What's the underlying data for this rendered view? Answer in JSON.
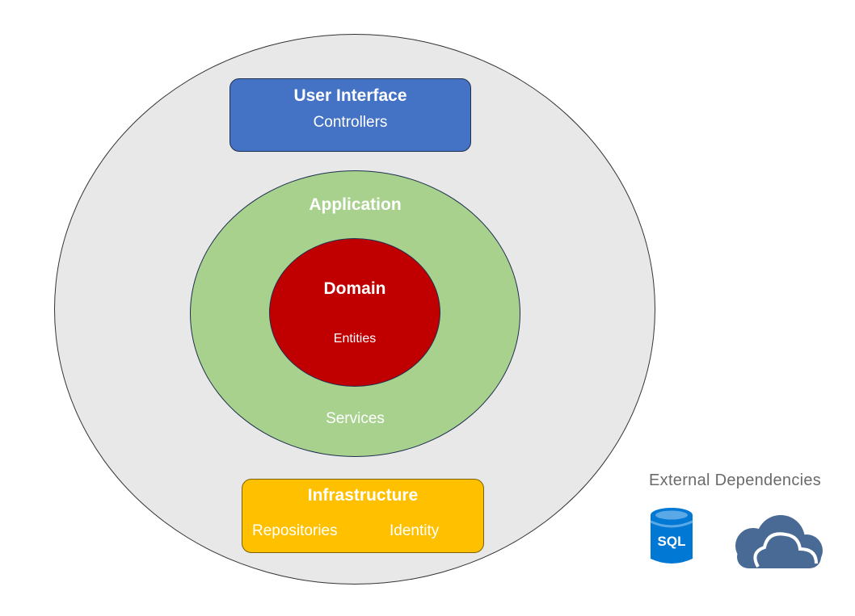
{
  "layers": {
    "user_interface": {
      "title": "User Interface",
      "item": "Controllers",
      "color": "#4472c4"
    },
    "application": {
      "title": "Application",
      "item": "Services",
      "color": "#a9d18e"
    },
    "domain": {
      "title": "Domain",
      "item": "Entities",
      "color": "#c00000"
    },
    "infrastructure": {
      "title": "Infrastructure",
      "items": [
        "Repositories",
        "Identity"
      ],
      "color": "#ffc000"
    }
  },
  "outer_color": "#e8e8e8",
  "external": {
    "label": "External Dependencies",
    "icons": [
      "sql-database-icon",
      "cloud-icon"
    ],
    "sql_text": "SQL",
    "icon_color": "#0078d4",
    "cloud_color": "#4a6a96"
  }
}
